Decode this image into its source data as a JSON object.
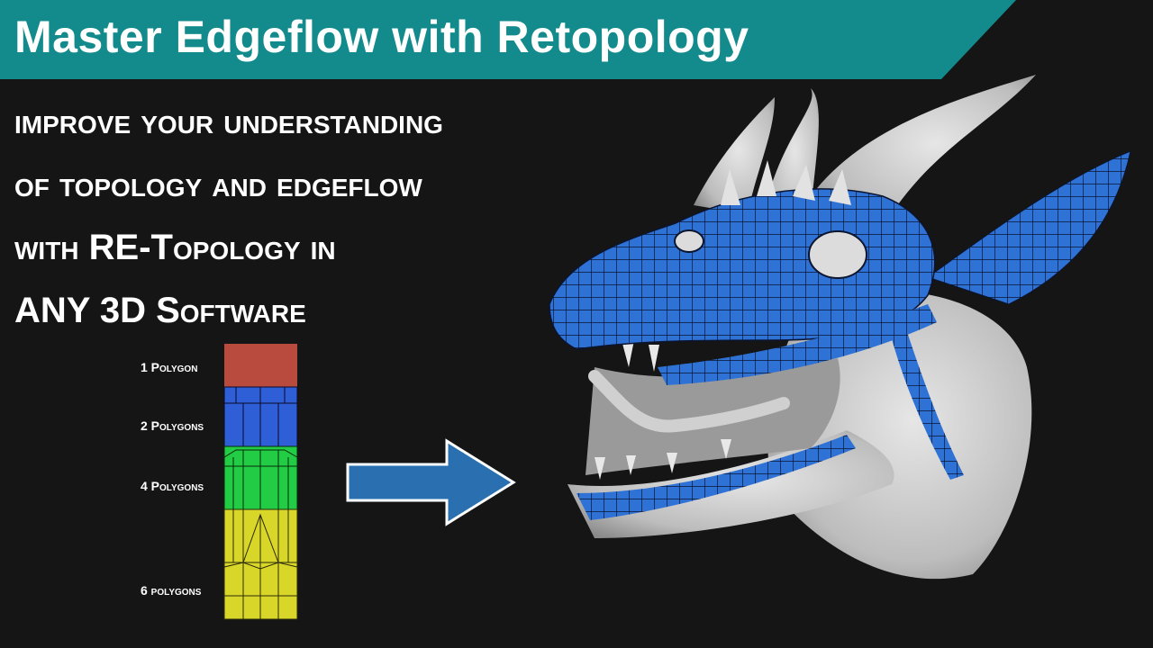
{
  "banner": {
    "title": "Master Edgeflow with Retopology",
    "color": "#138b8c"
  },
  "subtitle": {
    "lines": [
      "improve your understanding",
      "of topology and edgeflow",
      "with RE-Topology in",
      "ANY 3D Software"
    ]
  },
  "polygon_demo": {
    "labels": [
      "1 Polygon",
      "2 Polygons",
      "4 Polygons",
      "6 polygons"
    ],
    "colors": [
      "#b94a3e",
      "#2f5fd6",
      "#22cc44",
      "#d9d62a"
    ]
  },
  "arrow": {
    "color": "#2a6fb0",
    "icon": "right-arrow-icon"
  },
  "dragon": {
    "icon": "dragon-head-retopology-icon",
    "mesh_color": "#2f72d6",
    "skin_color": "#d8d8d8"
  }
}
